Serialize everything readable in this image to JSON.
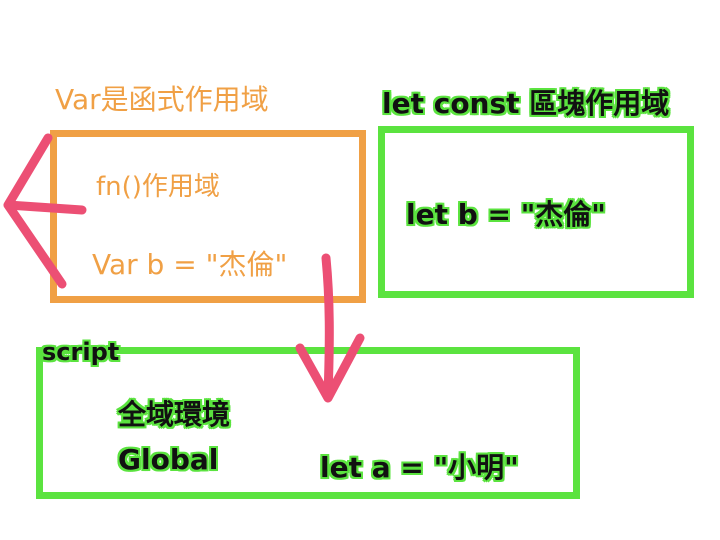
{
  "colors": {
    "orange": "#f0a045",
    "green": "#5be33f",
    "pink": "#ec4f74",
    "text_dark": "#111111"
  },
  "function_scope": {
    "title": "Var是函式作用域",
    "label": "fn()作用域",
    "code": "Var b = \"杰倫\""
  },
  "block_scope": {
    "title": "let const 區塊作用域",
    "code": "let b = \"杰倫\""
  },
  "global_scope": {
    "tag": "script",
    "title": "全域環境",
    "subtitle": "Global",
    "code": "let a = \"小明\""
  }
}
